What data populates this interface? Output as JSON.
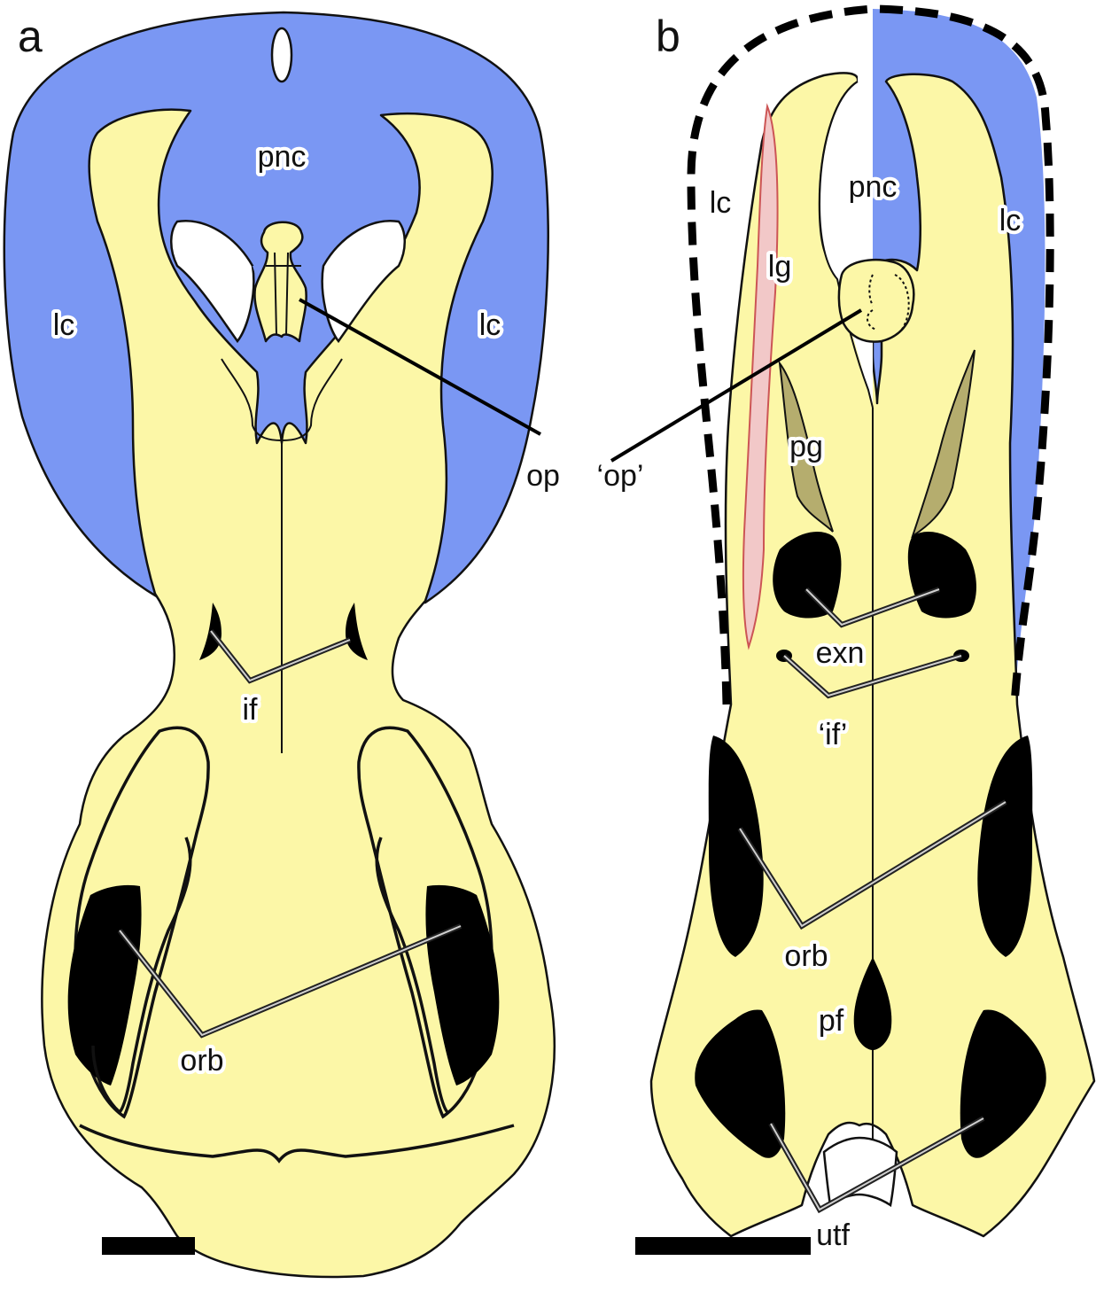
{
  "panels": [
    {
      "letter": "a",
      "labels": {
        "pnc": "pnc",
        "lc_left": "lc",
        "lc_right": "lc",
        "op": "op",
        "if": "if",
        "orb": "orb"
      }
    },
    {
      "letter": "b",
      "labels": {
        "lc_left": "lc",
        "lg": "lg",
        "pnc": "pnc",
        "lc_right": "lc",
        "op": "‘op’",
        "pg": "pg",
        "exn": "exn",
        "if": "‘if’",
        "orb": "orb",
        "pf": "pf",
        "utf": "utf"
      }
    }
  ],
  "colors": {
    "bone": "#fcf7a7",
    "cartilage": "#7a97f3",
    "lateral_groove": "#f2c8c8",
    "palatine_groove": "#b5ad6e",
    "fenestra": "#000000"
  }
}
